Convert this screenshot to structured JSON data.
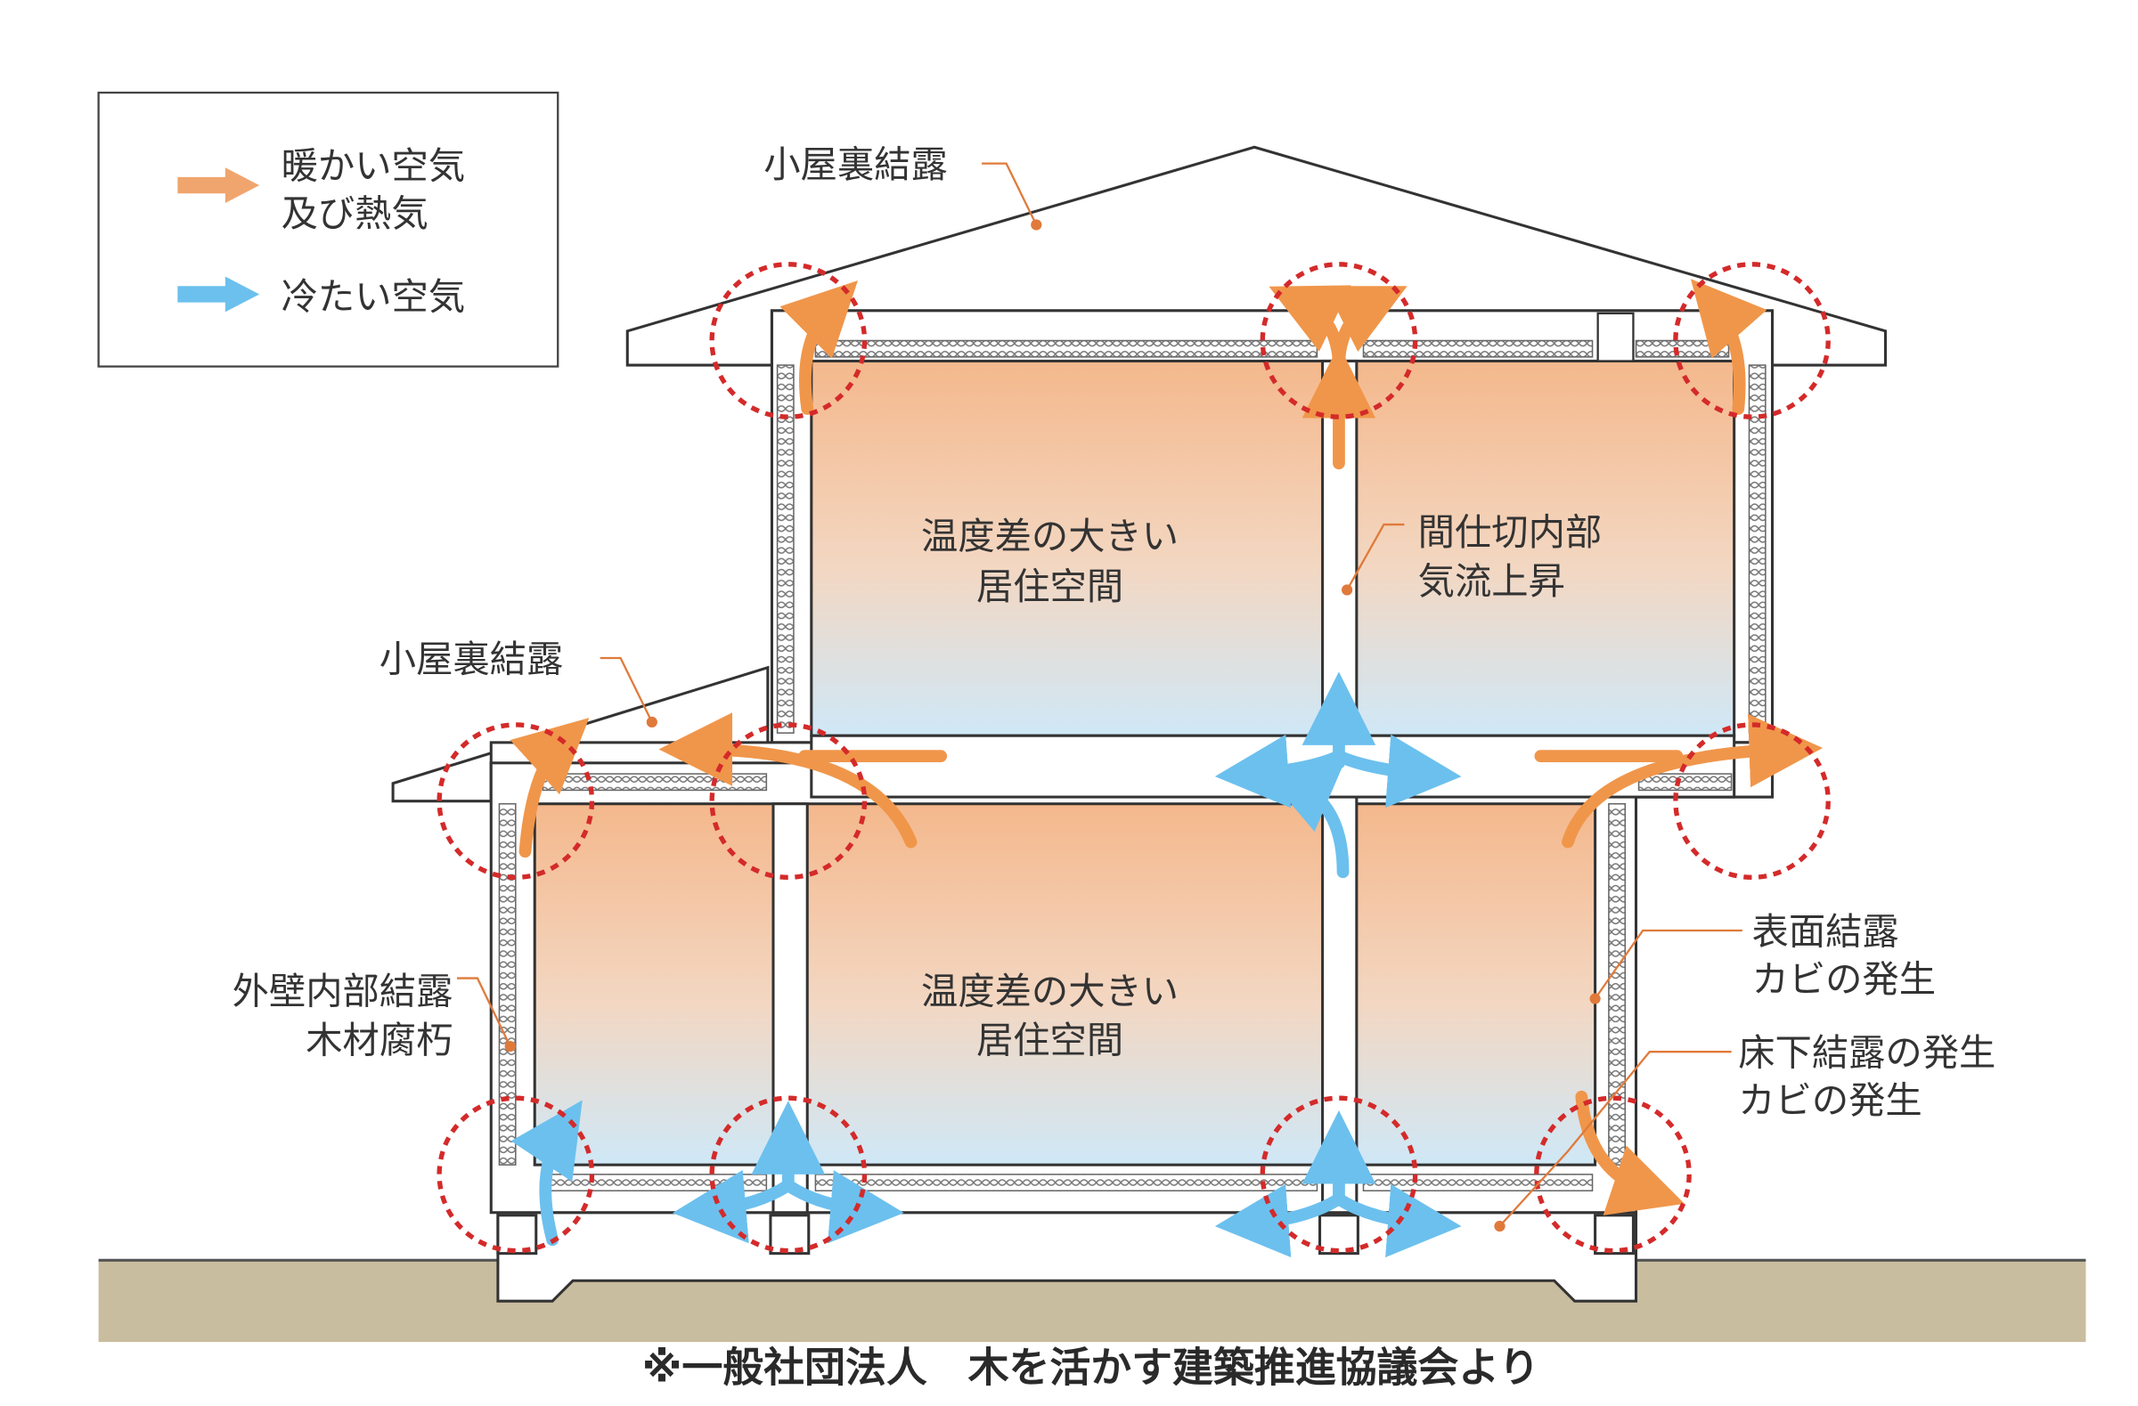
{
  "legend": {
    "warm_label_1": "暖かい空気",
    "warm_label_2": "及び熱気",
    "cold_label": "冷たい空気"
  },
  "labels": {
    "attic_upper": "小屋裏結露",
    "attic_lower": "小屋裏結露",
    "partition_1": "間仕切内部",
    "partition_2": "気流上昇",
    "room_upper_1": "温度差の大きい",
    "room_upper_2": "居住空間",
    "room_lower_1": "温度差の大きい",
    "room_lower_2": "居住空間",
    "wall_1": "外壁内部結露",
    "wall_2": "木材腐朽",
    "surface_1": "表面結露",
    "surface_2": "カビの発生",
    "underfloor_1": "床下結露の発生",
    "underfloor_2": "カビの発生"
  },
  "footer": "※一般社団法人　木を活かす建築推進協議会より",
  "colors": {
    "warm": "#f0964a",
    "cold": "#6cc0ee",
    "circle": "#d42a2a",
    "ground": "#c9bd9f",
    "leader": "#e07a3a"
  }
}
